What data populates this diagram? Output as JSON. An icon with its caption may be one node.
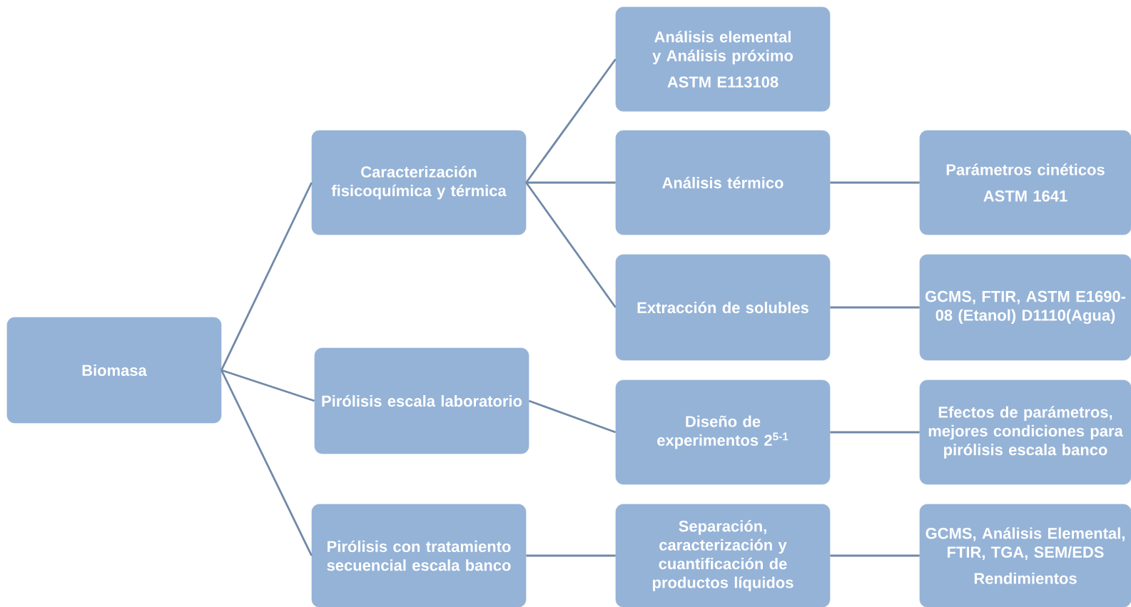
{
  "diagram": {
    "nodes": [
      {
        "text": [
          "Biomasa"
        ]
      },
      {
        "text": [
          "Caracterización fisicoquímica y térmica"
        ]
      },
      {
        "text": [
          "Pirólisis escala laboratorio"
        ]
      },
      {
        "text": [
          "Pirólisis con tratamiento secuencial escala banco"
        ]
      },
      {
        "text": [
          "Análisis elemental y Análisis próximo",
          "ASTM E113108"
        ]
      },
      {
        "text": [
          "Análisis térmico"
        ]
      },
      {
        "text": [
          "Extracción de solubles"
        ]
      },
      {
        "text": [
          "Diseño de experimentos 2$^{5-1}$"
        ]
      },
      {
        "text": [
          "Separación, caracterización y cuantificación de productos líquidos"
        ]
      },
      {
        "text": [
          "Parámetros cinéticos",
          "ASTM 1641"
        ]
      },
      {
        "text": [
          "GCMS, FTIR, ASTM E1690-08 (Etanol) D1110(Agua)"
        ]
      },
      {
        "text": [
          "Efectos de parámetros, mejores condiciones para pirólisis escala banco"
        ]
      },
      {
        "text": [
          "GCMS, Análisis Elemental, FTIR, TGA, SEM/EDS",
          "Rendimientos"
        ]
      }
    ],
    "edges": [
      {
        "from": 0,
        "to": 1,
        "arrow": "none"
      },
      {
        "from": 0,
        "to": 2,
        "arrow": "none"
      },
      {
        "from": 0,
        "to": 3,
        "arrow": "none"
      },
      {
        "from": 1,
        "to": 4,
        "arrow": "none"
      },
      {
        "from": 1,
        "to": 5,
        "arrow": "none"
      },
      {
        "from": 1,
        "to": 6,
        "arrow": "none"
      },
      {
        "from": 2,
        "to": 7,
        "arrow": "none"
      },
      {
        "from": 3,
        "to": 8,
        "arrow": "none"
      },
      {
        "from": 5,
        "to": 9,
        "arrow": "none"
      },
      {
        "from": 6,
        "to": 10,
        "arrow": "none"
      },
      {
        "from": 7,
        "to": 11,
        "arrow": "none"
      },
      {
        "from": 8,
        "to": 12,
        "arrow": "none"
      }
    ]
  }
}
